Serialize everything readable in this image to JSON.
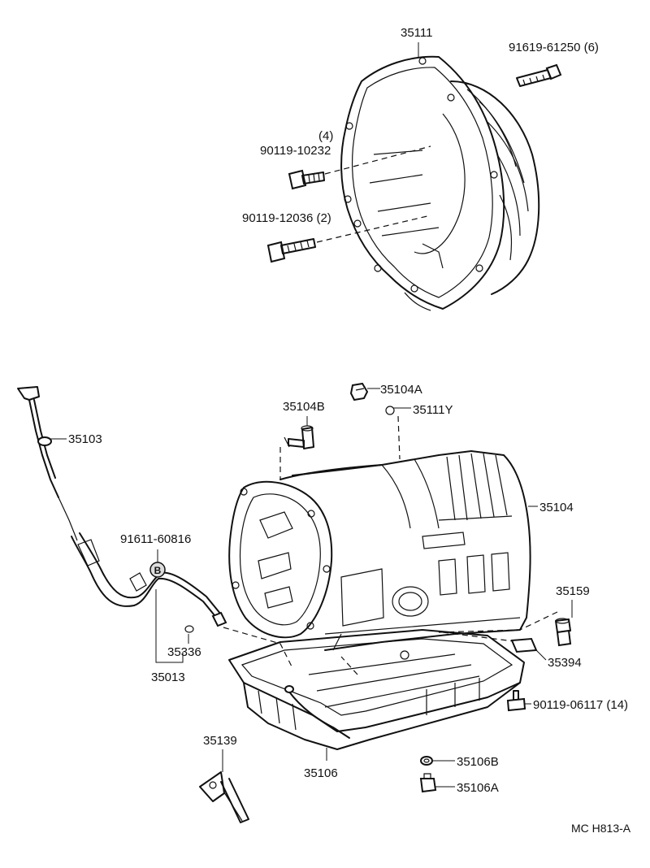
{
  "labels": {
    "p35111": "35111",
    "p91619": "91619-61250 (6)",
    "p90119_10232_qty": "(4)",
    "p90119_10232": "90119-10232",
    "p90119_12036": "90119-12036 (2)",
    "p35104A": "35104A",
    "p35104B": "35104B",
    "p35111Y": "35111Y",
    "p35103": "35103",
    "p35104": "35104",
    "p91611": "91611-60816",
    "badge_b": "B",
    "p35159": "35159",
    "p35336": "35336",
    "p35013": "35013",
    "p35394": "35394",
    "p90119_06117": "90119-06117 (14)",
    "p35139": "35139",
    "p35106": "35106",
    "p35106B": "35106B",
    "p35106A": "35106A"
  },
  "footer": {
    "code": "MC  H813-A"
  }
}
